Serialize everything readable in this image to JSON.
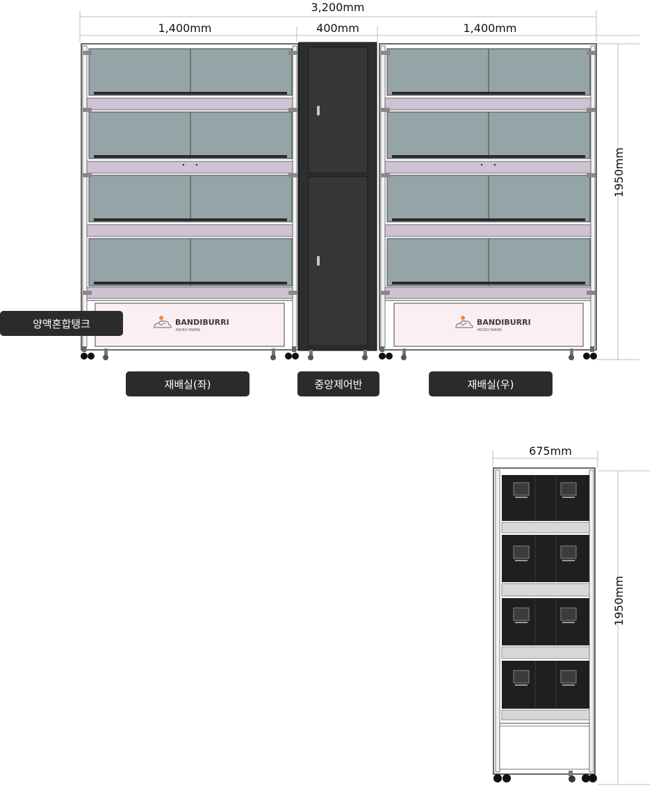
{
  "dimensions": {
    "total_width": "3,200mm",
    "left_width": "1,400mm",
    "center_width": "400mm",
    "right_width": "1,400mm",
    "height_front": "1950mm",
    "depth": "675mm",
    "height_side": "1950mm"
  },
  "labels": {
    "nutrient_tank": "양액혼합탱크",
    "left_room": "재배실(좌)",
    "control_panel": "중앙제어반",
    "right_room": "재배실(우)"
  },
  "brand": {
    "name": "BANDIBURRI",
    "sub": "MICRO FARMS"
  },
  "colors": {
    "glass": "#95a4a7",
    "shelf_band": "#cfc2d2",
    "base_panel": "#fbeff4",
    "control_panel": "#343637",
    "tag_bg": "#2b2b2b",
    "side_dark": "#1e1f20"
  }
}
